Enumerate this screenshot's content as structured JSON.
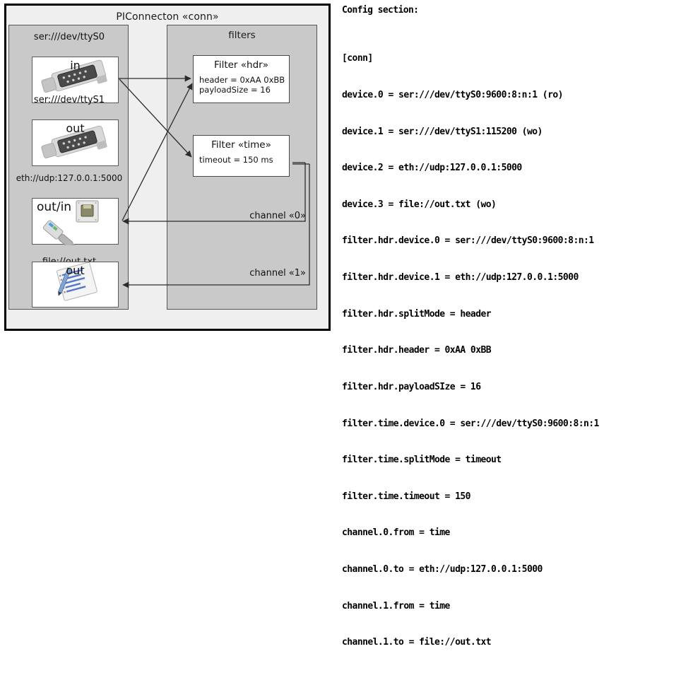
{
  "diagram": {
    "outer": {
      "title": "PIConnecton «conn»"
    },
    "devices_group": {
      "title": "",
      "items": [
        {
          "label": "ser:///dev/ttyS0",
          "io": "in",
          "icon": "serial-port-icon"
        },
        {
          "label": "ser:///dev/ttyS1",
          "io": "out",
          "icon": "serial-port-icon"
        },
        {
          "label": "eth://udp:127.0.0.1:5000",
          "io": "out/in",
          "icon": "ethernet-jack-icon"
        },
        {
          "label": "file://out.txt",
          "io": "out",
          "icon": "text-file-icon"
        }
      ]
    },
    "filters_group": {
      "title": "filters",
      "items": [
        {
          "title": "Filter «hdr»",
          "attrs": [
            "header = 0xAA 0xBB",
            "payloadSize = 16"
          ]
        },
        {
          "title": "Filter «time»",
          "attrs": [
            "timeout = 150 ms"
          ]
        }
      ]
    },
    "channels": [
      {
        "label": "channel «0»"
      },
      {
        "label": "channel «1»"
      }
    ]
  },
  "config": {
    "heading": "Config section:",
    "lines": [
      "[conn]",
      "device.0 = ser:///dev/ttyS0:9600:8:n:1 (ro)",
      "device.1 = ser:///dev/ttyS1:115200 (wo)",
      "device.2 = eth://udp:127.0.0.1:5000",
      "device.3 = file://out.txt (wo)",
      "filter.hdr.device.0 = ser:///dev/ttyS0:9600:8:n:1",
      "filter.hdr.device.1 = eth://udp:127.0.0.1:5000",
      "filter.hdr.splitMode = header",
      "filter.hdr.header = 0xAA 0xBB",
      "filter.hdr.payloadSIze = 16",
      "filter.time.device.0 = ser:///dev/ttyS0:9600:8:n:1",
      "filter.time.splitMode = timeout",
      "filter.time.timeout = 150",
      "channel.0.from = time",
      "channel.0.to = eth://udp:127.0.0.1:5000",
      "channel.1.from = time",
      "channel.1.to = file://out.txt"
    ]
  },
  "colors": {
    "frame_border": "#000000",
    "frame_fill": "#efefef",
    "group_fill": "#c9c9c9",
    "group_border": "#555555",
    "box_fill": "#ffffff",
    "connector": "#2b2b2b"
  }
}
